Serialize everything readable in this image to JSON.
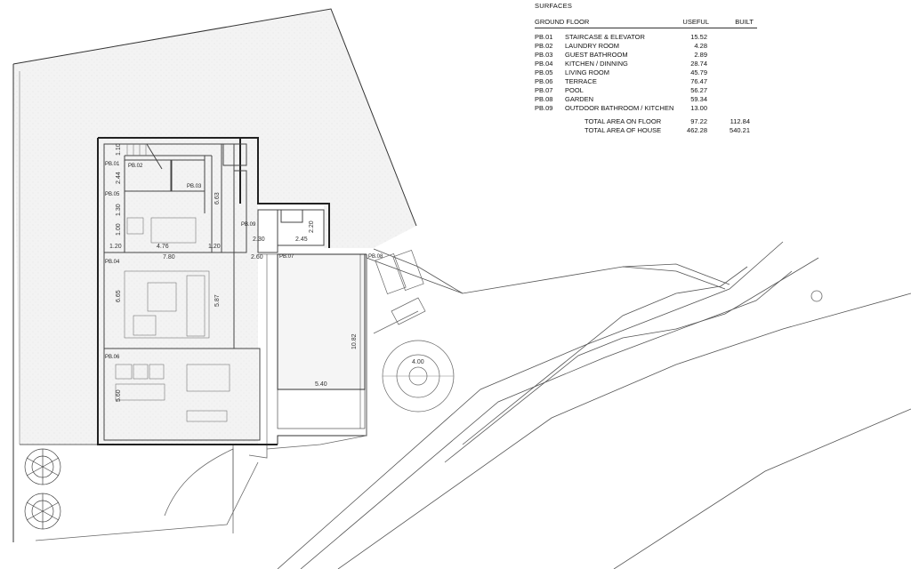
{
  "surfaces": {
    "title": "SURFACES",
    "header": {
      "floor": "GROUND FLOOR",
      "useful": "USEFUL",
      "built": "BUILT"
    },
    "rooms": [
      {
        "code": "PB.01",
        "name": "STAIRCASE & ELEVATOR",
        "useful": "15.52"
      },
      {
        "code": "PB.02",
        "name": "LAUNDRY ROOM",
        "useful": "4.28"
      },
      {
        "code": "PB.03",
        "name": "GUEST BATHROOM",
        "useful": "2.89"
      },
      {
        "code": "PB.04",
        "name": "KITCHEN / DINNING",
        "useful": "28.74"
      },
      {
        "code": "PB.05",
        "name": "LIVING ROOM",
        "useful": "45.79"
      },
      {
        "code": "PB.06",
        "name": "TERRACE",
        "useful": "76.47"
      },
      {
        "code": "PB.07",
        "name": "POOL",
        "useful": "56.27"
      },
      {
        "code": "PB.08",
        "name": "GARDEN",
        "useful": "59.34"
      },
      {
        "code": "PB.09",
        "name": "OUTDOOR BATHROOM / KITCHEN",
        "useful": "13.00"
      }
    ],
    "totals": [
      {
        "label": "TOTAL AREA ON FLOOR",
        "useful": "97.22",
        "built": "112.84"
      },
      {
        "label": "TOTAL AREA OF HOUSE",
        "useful": "462.28",
        "built": "540.21"
      }
    ]
  },
  "plan_labels": {
    "pb01": "PB.01",
    "pb02": "PB.02",
    "pb03": "PB.03",
    "pb05": "PB.05",
    "pb04": "PB.04",
    "pb06": "PB.06",
    "pb07": "PB.07",
    "pb08": "PB.08",
    "pb09": "PB.09"
  },
  "dimensions": {
    "d_1_10": "1.10",
    "d_2_44": "2.44",
    "d_1_30": "1.30",
    "d_1_00": "1.00",
    "d_6_63": "6.63",
    "d_1_20_left": "1.20",
    "d_4_76": "4.76",
    "d_1_20_right": "1.20",
    "d_7_80": "7.80",
    "d_2_60": "2.60",
    "d_6_65": "6.65",
    "d_5_87": "5.87",
    "d_2_30": "2.30",
    "d_2_45": "2.45",
    "d_2_20": "2.20",
    "d_10_82": "10.82",
    "d_5_40": "5.40",
    "d_4_00": "4.00",
    "d_5_60": "5.60"
  },
  "colors": {
    "line": "#333333",
    "hatch": "#f1f1f1",
    "light": "#9a9a9a"
  }
}
